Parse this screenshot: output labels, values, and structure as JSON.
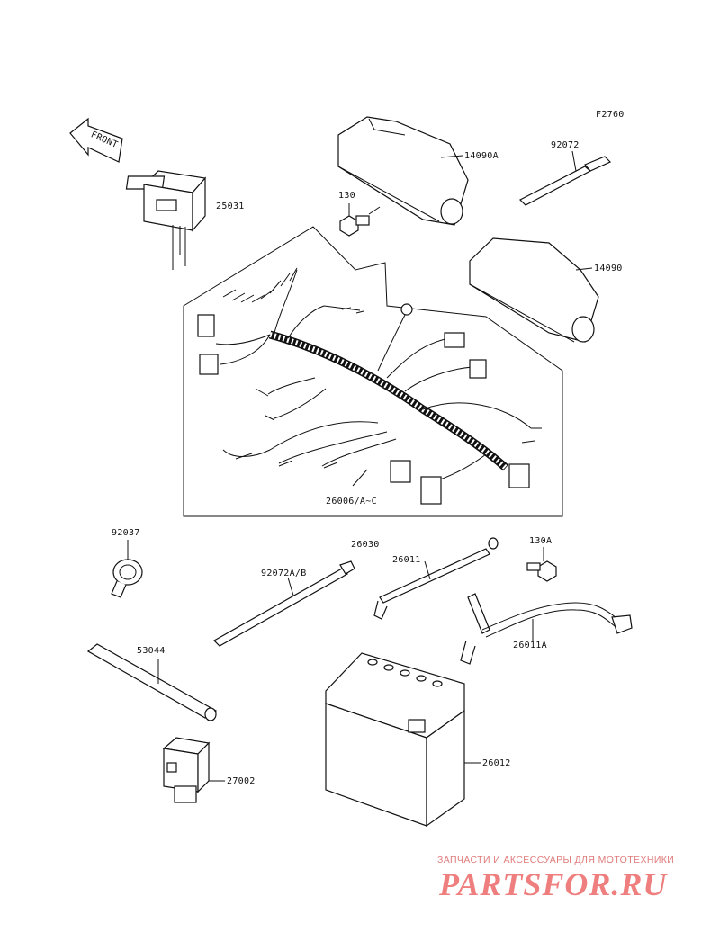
{
  "figure_code": "F2760",
  "front_label": "FRONT",
  "parts": [
    {
      "id": "p25031",
      "number": "25031"
    },
    {
      "id": "p14090A",
      "number": "14090A"
    },
    {
      "id": "p92072",
      "number": "92072"
    },
    {
      "id": "p130",
      "number": "130"
    },
    {
      "id": "p14090",
      "number": "14090"
    },
    {
      "id": "p26006",
      "number": "26006/A~C"
    },
    {
      "id": "p92037",
      "number": "92037"
    },
    {
      "id": "p26030",
      "number": "26030"
    },
    {
      "id": "p130A",
      "number": "130A"
    },
    {
      "id": "p92072AB",
      "number": "92072A/B"
    },
    {
      "id": "p26011",
      "number": "26011"
    },
    {
      "id": "p26011A",
      "number": "26011A"
    },
    {
      "id": "p53044",
      "number": "53044"
    },
    {
      "id": "p26012",
      "number": "26012"
    },
    {
      "id": "p27002",
      "number": "27002"
    }
  ],
  "watermark": {
    "subtitle": "ЗАПЧАСТИ И АКСЕССУАРЫ ДЛЯ МОТОТЕХНИКИ",
    "logo": "PARTSFOR.RU",
    "color": "#ef7f7f"
  }
}
